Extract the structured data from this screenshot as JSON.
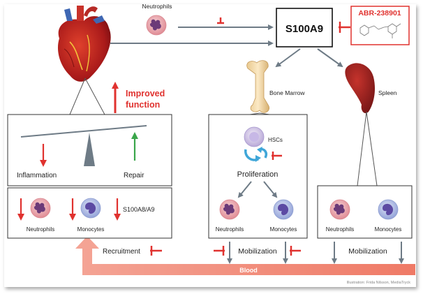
{
  "top": {
    "neutrophils_label": "Neutrophils",
    "target_label": "S100A9",
    "inhibitor_label": "ABR-238901"
  },
  "organs": {
    "bone_marrow_label": "Bone Marrow",
    "spleen_label": "Spleen"
  },
  "heart_panel": {
    "improved_line1": "Improved",
    "improved_line2": "function",
    "inflammation_label": "Inflammation",
    "repair_label": "Repair",
    "neutrophils_label": "Neutrophils",
    "monocytes_label": "Monocytes",
    "s100_label": "S100A8/A9",
    "recruitment_label": "Recruitment"
  },
  "bone_marrow_panel": {
    "hscs_label": "HSCs",
    "proliferation_label": "Proliferation",
    "neutrophils_label": "Neutrophils",
    "monocytes_label": "Monocytes",
    "mobilization_label": "Mobilization"
  },
  "spleen_panel": {
    "neutrophils_label": "Neutrophils",
    "monocytes_label": "Monocytes",
    "mobilization_label": "Mobilization"
  },
  "blood_label": "Blood",
  "credit": "Illustration: Frida Nilsson, MediaTryck",
  "colors": {
    "inhibit_red": "#e0322f",
    "repair_green": "#3aa64a",
    "arrow_grey": "#6e7b86",
    "blood_band": "#f08a78",
    "neutrophil_fill": "#e9a7ad",
    "neutrophil_nucleus": "#6b3a78",
    "monocyte_fill": "#b6c2e6",
    "monocyte_nucleus": "#5c4aa3"
  }
}
